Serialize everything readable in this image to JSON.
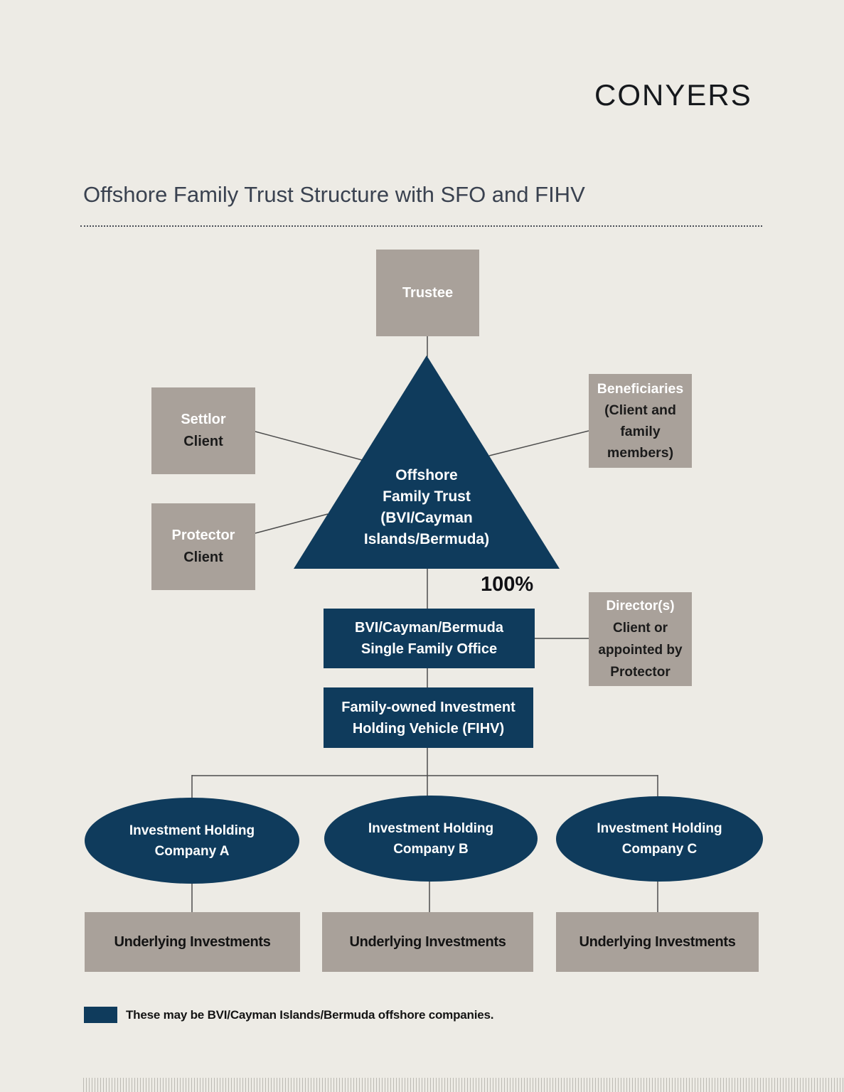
{
  "logo": "CONYERS",
  "title": "Offshore Family Trust Structure with SFO and FIHV",
  "colors": {
    "background": "#edebe5",
    "navy": "#0f3b5c",
    "taupe": "#a9a19a",
    "connector": "#4d4d4d"
  },
  "nodes": {
    "trustee": {
      "label": "Trustee"
    },
    "settlor": {
      "line1": "Settlor",
      "line2": "Client"
    },
    "protector": {
      "line1": "Protector",
      "line2": "Client"
    },
    "beneficiaries": {
      "line1": "Beneficiaries",
      "line2": "(Client and",
      "line3": "family",
      "line4": "members)"
    },
    "trust_triangle": {
      "lines": [
        "Offshore",
        "Family Trust",
        "(BVI/Cayman",
        "Islands/Bermuda)"
      ]
    },
    "ownership_label": "100%",
    "sfo": {
      "line1": "BVI/Cayman/Bermuda",
      "line2": "Single Family Office"
    },
    "directors": {
      "line1": "Director(s)",
      "line2": "Client or",
      "line3": "appointed by",
      "line4": "Protector"
    },
    "fihv": {
      "line1": "Family-owned Investment",
      "line2": "Holding Vehicle (FIHV)"
    },
    "companies": [
      {
        "line1": "Investment Holding",
        "line2": "Company A"
      },
      {
        "line1": "Investment Holding",
        "line2": "Company B"
      },
      {
        "line1": "Investment Holding",
        "line2": "Company C"
      }
    ],
    "underlying": [
      "Underlying Investments",
      "Underlying Investments",
      "Underlying Investments"
    ]
  },
  "legend": {
    "text": "These may be BVI/Cayman Islands/Bermuda offshore companies."
  }
}
